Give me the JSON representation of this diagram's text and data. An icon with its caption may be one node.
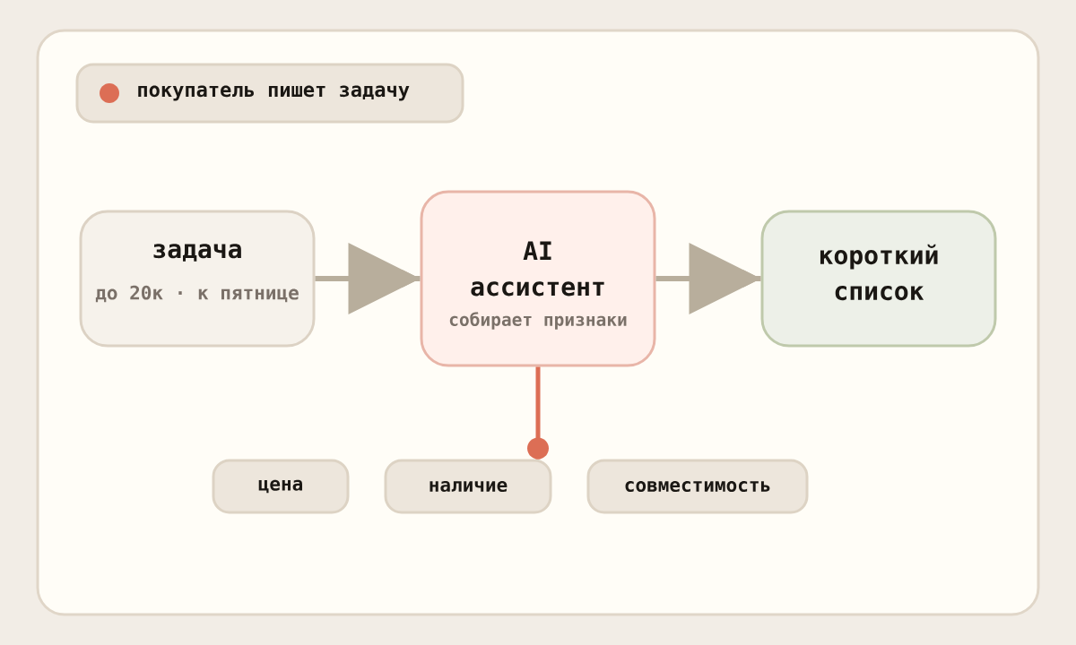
{
  "diagram": {
    "nodes": [
      {
        "text": [
          "задача",
          "до 20к · к пятнице"
        ]
      },
      {
        "text": [
          "AI ассистент",
          "собирает признаки"
        ]
      },
      {
        "text": [
          "короткий список"
        ]
      },
      {
        "text": [
          "цена"
        ]
      },
      {
        "text": [
          "наличие"
        ]
      },
      {
        "text": [
          "совместимость"
        ]
      }
    ],
    "edges": [
      {
        "from": 0,
        "to": 1,
        "arrow": "to"
      },
      {
        "from": 1,
        "to": 2,
        "arrow": "to"
      },
      {
        "from": 1,
        "to": 4,
        "arrow": "other",
        "color": "#dc6e55"
      }
    ],
    "legend": [
      {
        "text": "покупатель пишет задачу",
        "color": "#dc6e55"
      }
    ]
  }
}
